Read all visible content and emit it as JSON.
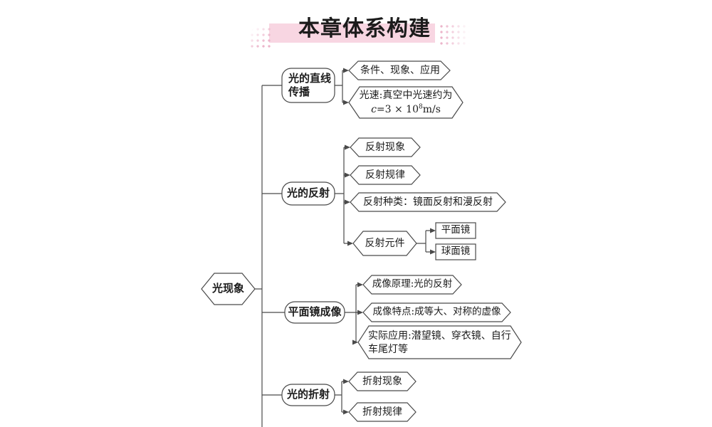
{
  "title": "本章体系构建",
  "colors": {
    "band_pink": "#f8d6e2",
    "dot_pink": "#ecb4ca",
    "line": "#4a4a4a"
  },
  "root": {
    "label": "光现象"
  },
  "branches": [
    {
      "label": "光的直线传播",
      "children": [
        {
          "label": "条件、现象、应用"
        },
        {
          "line1": "光速:真空中光速约为",
          "formula": {
            "c": "c",
            "mid": "=3 × 10",
            "sup": "8",
            "unit": "m/s"
          }
        }
      ]
    },
    {
      "label": "光的反射",
      "children": [
        {
          "label": "反射现象"
        },
        {
          "label": "反射规律"
        },
        {
          "label": "反射种类：镜面反射和漫反射"
        },
        {
          "label": "反射元件",
          "children": [
            {
              "label": "平面镜"
            },
            {
              "label": "球面镜"
            }
          ]
        }
      ]
    },
    {
      "label": "平面镜成像",
      "children": [
        {
          "label": "成像原理:光的反射"
        },
        {
          "label": "成像特点:成等大、对称的虚像"
        },
        {
          "label": "实际应用:潜望镜、穿衣镜、自行车尾灯等"
        }
      ]
    },
    {
      "label": "光的折射",
      "children": [
        {
          "label": "折射现象"
        },
        {
          "label": "折射规律"
        }
      ]
    }
  ]
}
